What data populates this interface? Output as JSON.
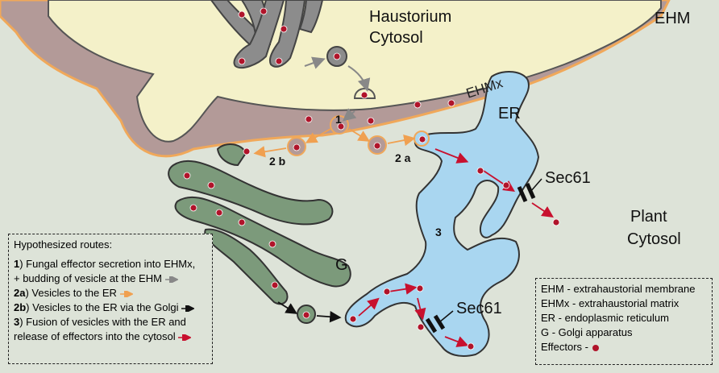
{
  "labels": {
    "haustorium": "Haustorium",
    "cytosol": "Cytosol",
    "ehm": "EHM",
    "ehmx": "EHMx",
    "er": "ER",
    "sec61_top": "Sec61",
    "sec61_bottom": "Sec61",
    "plant": "Plant",
    "plant_cytosol": "Cytosol",
    "golgi": "G",
    "step1": "1",
    "step2a": "2 a",
    "step2b": "2 b",
    "step3": "3"
  },
  "routes": {
    "title": "Hypothesized routes:",
    "r1_num": "1",
    "r1_text": ") Fungal effector secretion into EHMx,",
    "r1_text2": "+ budding of vesicle at the EHM",
    "r2a_num": "2a",
    "r2a_text": ") Vesicles to the ER",
    "r2b_num": "2b",
    "r2b_text": ") Vesicles to the ER via the Golgi",
    "r3_num": "3",
    "r3_text": ") Fusion of vesicles with the ER and",
    "r3_text2": "release of effectors into the cytosol"
  },
  "legend": {
    "ehm": "EHM - extrahaustorial membrane",
    "ehmx": "EHMx - extrahaustorial matrix",
    "er": "ER - endoplasmic reticulum",
    "g": "G - Golgi apparatus",
    "effectors": "Effectors -"
  },
  "colors": {
    "background": "#dde3d8",
    "haustorium": "#f4f1c9",
    "ehmx": "#b39a98",
    "ehm": "#f0a85a",
    "er": "#a9d6f0",
    "golgi": "#7c9a7b",
    "effector": "#b0142a",
    "arrow_gray": "#888888",
    "arrow_orange": "#f0a050",
    "arrow_black": "#111111",
    "arrow_red": "#c8102e"
  }
}
